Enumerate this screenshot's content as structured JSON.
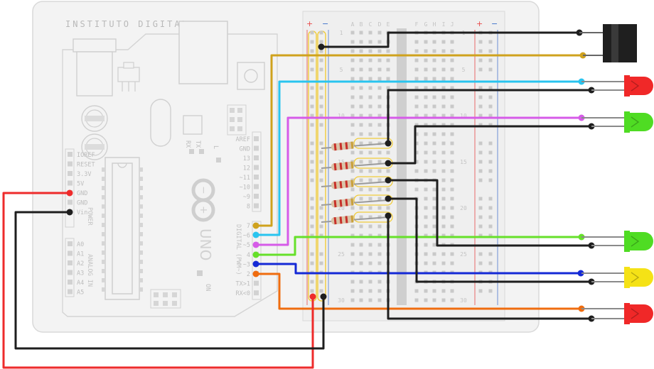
{
  "board": {
    "title": "INSTITUTO DIGITAL",
    "model": "UNO",
    "power_pins": [
      "IOREF",
      "RESET",
      "3.3V",
      "5V",
      "GND",
      "GND",
      "Vin"
    ],
    "power_label": "POWER",
    "analog_pins": [
      "A0",
      "A1",
      "A2",
      "A3",
      "A4",
      "A5"
    ],
    "analog_label": "ANALOG IN",
    "digital_top_pins": [
      "AREF",
      "GND",
      "13",
      "12",
      "~11",
      "~10",
      "~9",
      "8"
    ],
    "digital_bottom_pins": [
      "7",
      "~6",
      "~5",
      "4",
      "~3",
      "2",
      "TX>1",
      "RX<0"
    ],
    "digital_label": "DIGITAL (PWM~)",
    "rx_label": "RX",
    "tx_label": "TX",
    "l_label": "L",
    "on_label": "ON"
  },
  "breadboard": {
    "plus": "+",
    "minus": "−",
    "columns_left": [
      "A",
      "B",
      "C",
      "D",
      "E"
    ],
    "columns_right": [
      "F",
      "G",
      "H",
      "I",
      "J"
    ],
    "row_numbers": [
      "1",
      "5",
      "10",
      "15",
      "20",
      "25",
      "30"
    ]
  },
  "colors": {
    "wire_black": "#1e1e1e",
    "wire_red": "#ee2b2b",
    "wire_yellow": "#cfa21d",
    "wire_cyan": "#29c4ef",
    "wire_magenta": "#d65be8",
    "wire_green": "#66e02a",
    "wire_blue": "#1429d6",
    "wire_orange": "#ef6c0f",
    "led_red": "#f02828",
    "led_green": "#4fdc23",
    "led_yellow": "#f5e216"
  },
  "components": {
    "leds": [
      "red",
      "green",
      "green",
      "yellow",
      "red"
    ],
    "resistors": 5,
    "ldr": 1
  }
}
